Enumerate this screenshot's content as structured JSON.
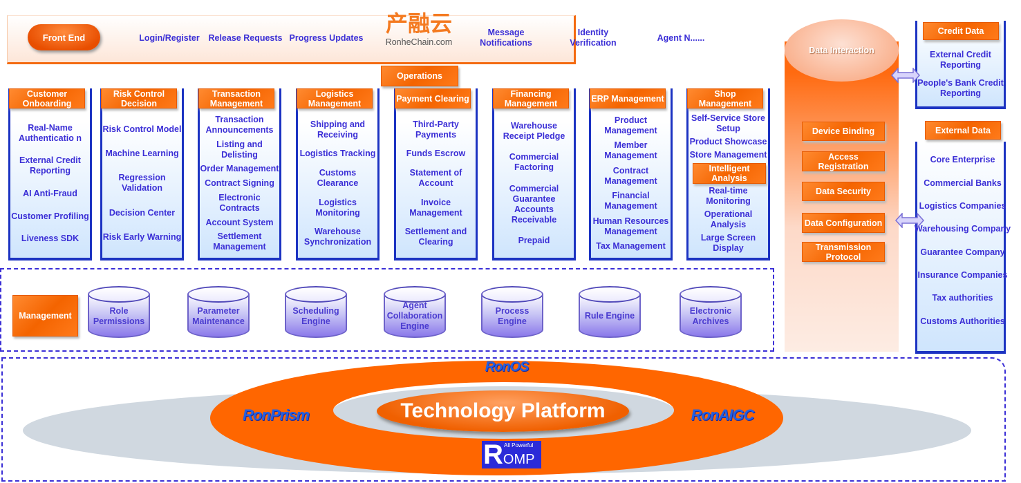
{
  "frontend": {
    "label": "Front End",
    "nav": [
      "Login/Register",
      "Release Requests",
      "Progress Updates"
    ],
    "nav2": [
      "Message Notifications",
      "Identity Verification",
      "Agent N......"
    ],
    "logo_cn": "产融云",
    "logo_en": "RonheChain.com"
  },
  "operations": "Operations",
  "columns": [
    {
      "title": "Customer Onboarding",
      "items": [
        "Real-Name Authenticatio n",
        "External Credit Reporting",
        "AI Anti-Fraud",
        "Customer Profiling",
        "Liveness SDK"
      ]
    },
    {
      "title": "Risk Control Decision",
      "items": [
        "Risk Control Model",
        "Machine Learning",
        "Regression Validation",
        "Decision Center",
        "Risk Early Warning"
      ]
    },
    {
      "title": "Transaction Management",
      "items": [
        "Transaction Announcements",
        "Listing and Delisting",
        "Order Management",
        "Contract Signing",
        "Electronic Contracts",
        "Account System",
        "Settlement Management"
      ]
    },
    {
      "title": "Logistics Management",
      "items": [
        "Shipping and Receiving",
        "Logistics Tracking",
        "Customs Clearance",
        "Logistics Monitoring",
        "Warehouse Synchronization"
      ]
    },
    {
      "title": "Payment Clearing",
      "items": [
        "Third-Party Payments",
        "Funds Escrow",
        "Statement of Account",
        "Invoice Management",
        "Settlement and Clearing"
      ]
    },
    {
      "title": "Financing Management",
      "items": [
        "Warehouse Receipt Pledge",
        "Commercial Factoring",
        "Commercial Guarantee Accounts Receivable",
        "Prepaid"
      ]
    },
    {
      "title": "ERP Management",
      "items": [
        "Product Management",
        "Member Management",
        "Contract Management",
        "Financial Management",
        "Human Resources Management",
        "Tax Management"
      ]
    },
    {
      "title": "Shop Management",
      "items": [
        "Self-Service Store Setup",
        "Product Showcase",
        "Store Management"
      ],
      "sub_title": "Intelligent Analysis",
      "sub_items": [
        "Real-time Monitoring",
        "Operational Analysis",
        "Large Screen Display"
      ]
    }
  ],
  "management": {
    "label": "Management",
    "engines": [
      "Role Permissions",
      "Parameter Maintenance",
      "Scheduling Engine",
      "Agent Collaboration Engine",
      "Process Engine",
      "Rule Engine",
      "Electronic Archives"
    ]
  },
  "data_interaction": {
    "title": "Data Interaction",
    "buttons": [
      "Device Binding",
      "Access Registration",
      "Data Security",
      "Data Configuration",
      "Transmission Protocol"
    ]
  },
  "credit_data": {
    "title": "Credit Data",
    "items": [
      "External Credit Reporting",
      "People's Bank Credit Reporting"
    ]
  },
  "external_data": {
    "title": "External Data",
    "items": [
      "Core Enterprise",
      "Commercial Banks",
      "Logistics Companies",
      "Warehousing Company",
      "Guarantee Company",
      "Insurance Companies",
      "Tax authorities",
      "Customs Authorities"
    ]
  },
  "platform": {
    "title": "Technology Platform",
    "ronos": "RonOS",
    "ronprism": "RonPrism",
    "ronaigc": "RonAIGC",
    "romp": "ROMP",
    "romp_tag": "All Powerful"
  }
}
